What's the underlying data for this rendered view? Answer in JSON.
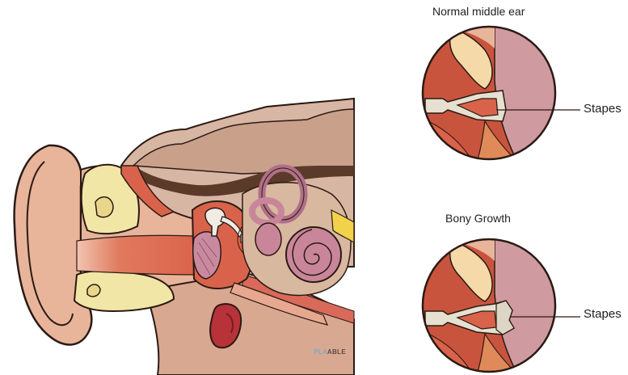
{
  "labels": {
    "normal_title": "Normal middle ear",
    "bony_title": "Bony Growth",
    "stapes_top": "Stapes",
    "stapes_bottom": "Stapes"
  },
  "watermark": {
    "prefix": "PLA",
    "suffix": "ABLE"
  },
  "colors": {
    "skin": "#e8b49a",
    "skin_dark": "#d49478",
    "canal_red": "#d9634a",
    "bone_yellow": "#f2e6a6",
    "brain_tan": "#c9a48e",
    "inner_ear_pink": "#c9869a",
    "inset_pink": "#cf9aa0",
    "inset_red": "#c9543d",
    "inset_orange": "#e08a5a",
    "inset_cream": "#f5d9a8",
    "stapes_fill": "#e6e0d0",
    "outline": "#2a1a14"
  }
}
